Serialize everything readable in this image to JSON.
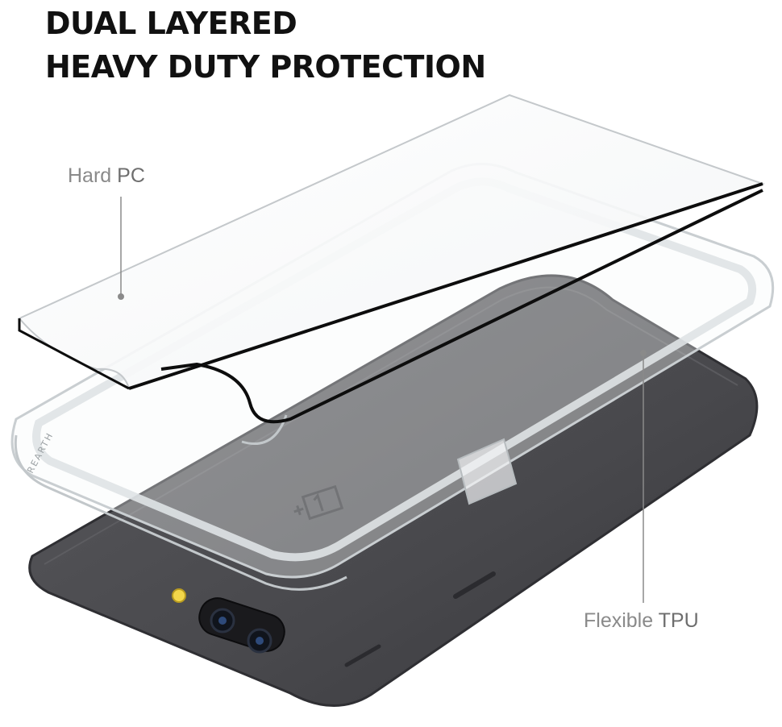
{
  "headline": {
    "line1": "DUAL LAYERED",
    "line2": "HEAVY DUTY PROTECTION"
  },
  "callouts": {
    "hard_pc": {
      "prefix": "Hard ",
      "emphasis": "PC"
    },
    "flexible_tpu": {
      "prefix": "Flexible ",
      "emphasis": "TPU"
    }
  },
  "logo_text": "REARTH",
  "colors": {
    "phone_body": "#4a4a4e",
    "phone_edge": "#3c3c40",
    "case_clear": "#eef1f3",
    "plate_edge": "#111111",
    "callout_text": "#8a8a8a",
    "headline_text": "#111111"
  }
}
